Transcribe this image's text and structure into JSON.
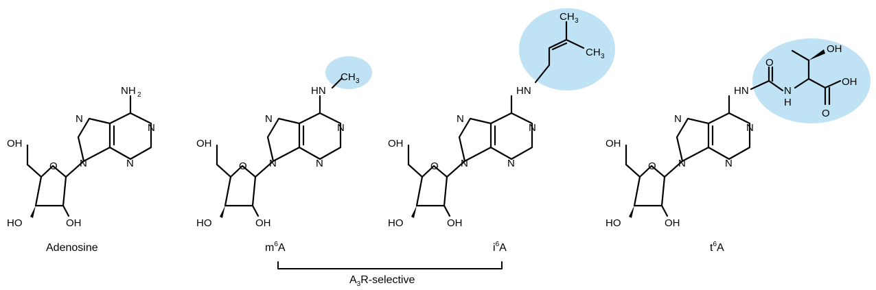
{
  "molecules": [
    {
      "name": "Adenosine",
      "base": "",
      "sup": "",
      "after": "",
      "label": "Adenosine"
    },
    {
      "name": "m6A",
      "base": "m",
      "sup": "6",
      "after": "A"
    },
    {
      "name": "i6A",
      "base": "i",
      "sup": "6",
      "after": "A"
    },
    {
      "name": "t6A",
      "base": "t",
      "sup": "6",
      "after": "A"
    }
  ],
  "bracket": {
    "pre": "A",
    "sub": "3",
    "post": "R-selective"
  },
  "atoms": {
    "OH": "OH",
    "HO": "HO",
    "O": "O",
    "N": "N",
    "NH": "NH",
    "HN": "HN",
    "NH2_main": "NH",
    "NH2_sub": "2",
    "CH3_main": "CH",
    "CH3_sub": "3",
    "H": "H",
    "COOH_O": "O",
    "COOH_OH": "OH"
  },
  "colors": {
    "highlight": "#bfe3f5",
    "ink": "#000000"
  }
}
